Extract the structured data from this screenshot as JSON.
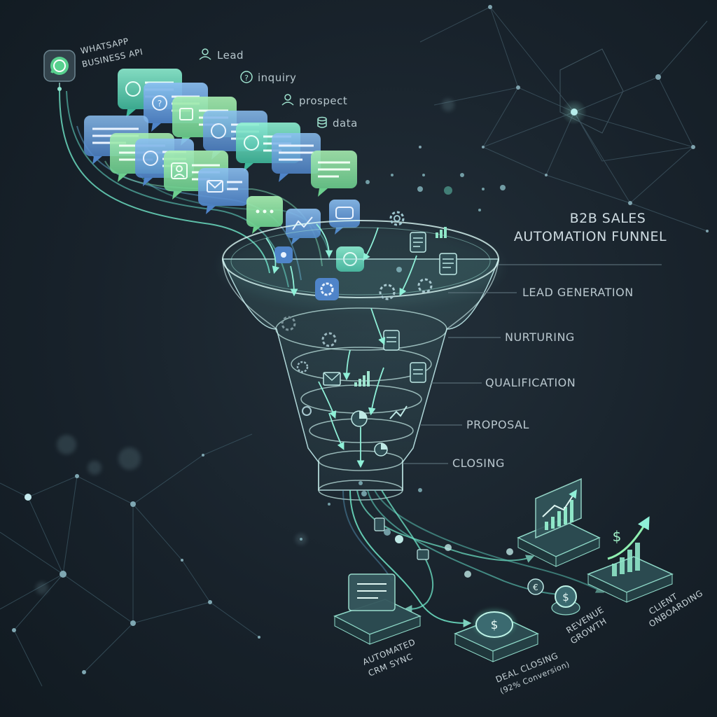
{
  "source": {
    "name_line1": "WHATSAPP",
    "name_line2": "BUSINESS API",
    "icon": "whatsapp-icon"
  },
  "tags": [
    {
      "label": "Lead",
      "icon": "user-icon"
    },
    {
      "label": "inquiry",
      "icon": "question-icon"
    },
    {
      "label": "prospect",
      "icon": "user-icon"
    },
    {
      "label": "data",
      "icon": "database-icon"
    }
  ],
  "title": {
    "line1": "B2B SALES",
    "line2": "AUTOMATION FUNNEL"
  },
  "stages": [
    "LEAD GENERATION",
    "NURTURING",
    "QUALIFICATION",
    "PROPOSAL",
    "CLOSING"
  ],
  "outcomes": {
    "crm": {
      "line1": "AUTOMATED",
      "line2": "CRM SYNC"
    },
    "deal": {
      "line1": "DEAL CLOSING",
      "line2": "(92% Conversion)"
    },
    "revenue": {
      "line1": "REVENUE",
      "line2": "GROWTH"
    },
    "onboarding": {
      "line1": "CLIENT",
      "line2": "ONBOARDING"
    }
  },
  "colors": {
    "accent_teal": "#6fe6c8",
    "accent_green": "#8fe39a",
    "accent_blue": "#6fa8e8",
    "line": "#5f7580"
  }
}
